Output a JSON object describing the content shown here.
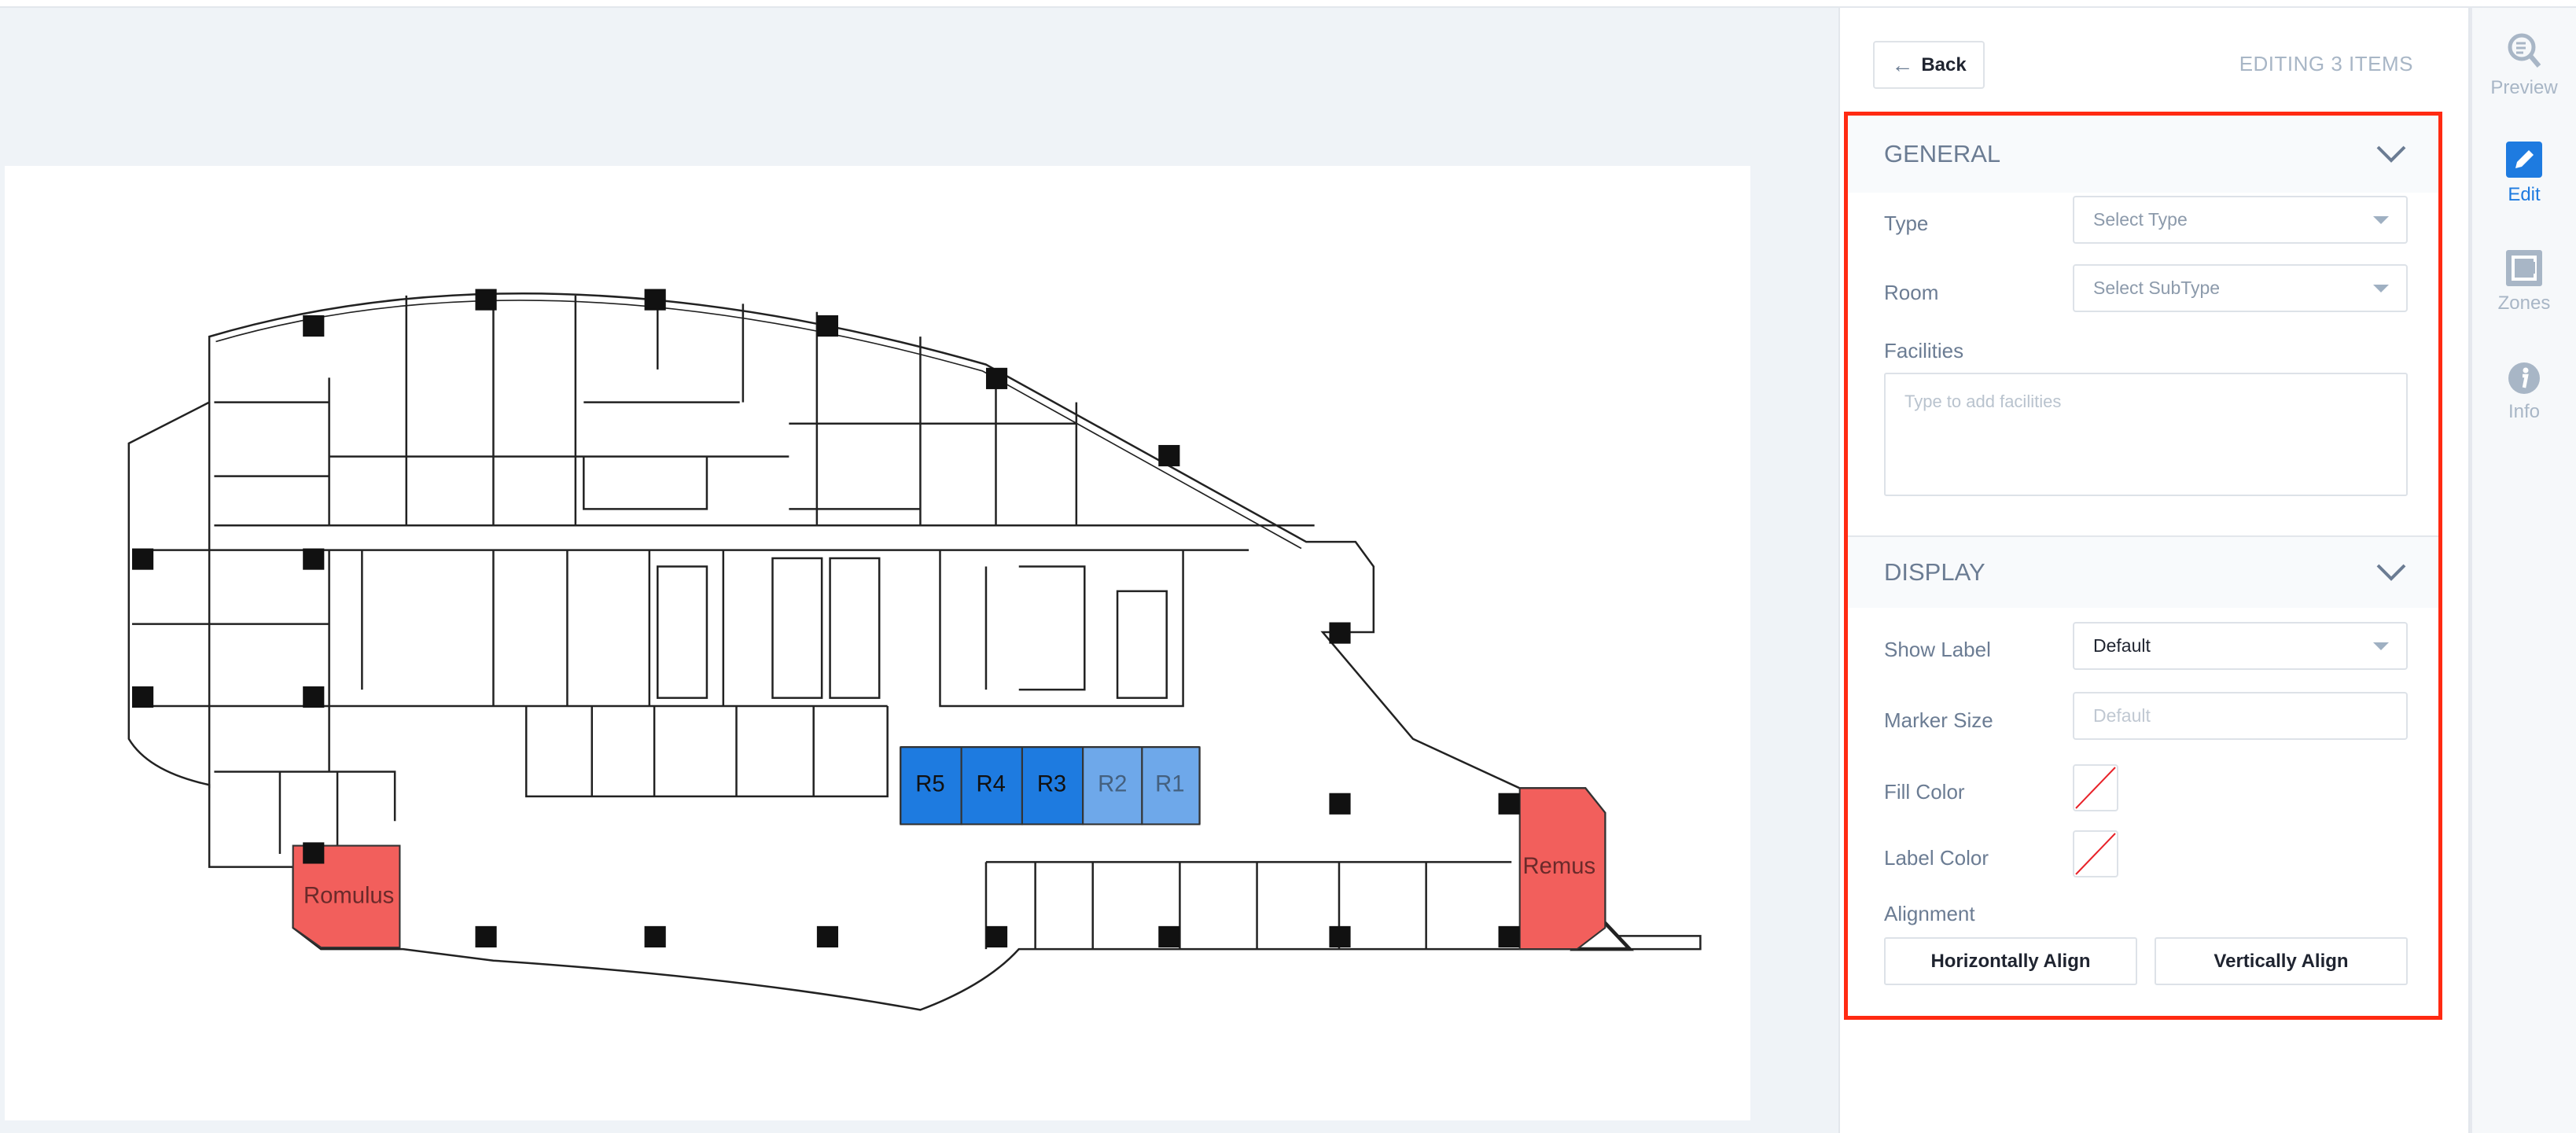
{
  "header": {
    "back_label": "Back",
    "editing_label": "EDITING 3 ITEMS"
  },
  "general": {
    "title": "GENERAL",
    "type_label": "Type",
    "type_placeholder": "Select Type",
    "room_label": "Room",
    "room_placeholder": "Select SubType",
    "facilities_label": "Facilities",
    "facilities_placeholder": "Type to add facilities"
  },
  "display": {
    "title": "DISPLAY",
    "show_label_label": "Show Label",
    "show_label_value": "Default",
    "marker_size_label": "Marker Size",
    "marker_size_placeholder": "Default",
    "fill_color_label": "Fill Color",
    "label_color_label": "Label Color",
    "alignment_label": "Alignment",
    "horizontal_align": "Horizontally Align",
    "vertical_align": "Vertically Align"
  },
  "rail": [
    {
      "label": "Preview",
      "icon": "preview-icon"
    },
    {
      "label": "Edit",
      "icon": "edit-icon",
      "active": true
    },
    {
      "label": "Zones",
      "icon": "zones-icon"
    },
    {
      "label": "Info",
      "icon": "info-icon"
    }
  ],
  "floorplan": {
    "rooms": [
      {
        "label": "R5",
        "color": "#1e7be0"
      },
      {
        "label": "R4",
        "color": "#1e7be0"
      },
      {
        "label": "R3",
        "color": "#1e7be0"
      },
      {
        "label": "R2",
        "color": "#6ea8ea"
      },
      {
        "label": "R1",
        "color": "#6ea8ea"
      },
      {
        "label": "Romulus",
        "color": "#f25f5c"
      },
      {
        "label": "Remus",
        "color": "#f25f5c"
      }
    ]
  },
  "colors": {
    "accent": "#1e7be0",
    "highlight": "#ff2a12"
  }
}
